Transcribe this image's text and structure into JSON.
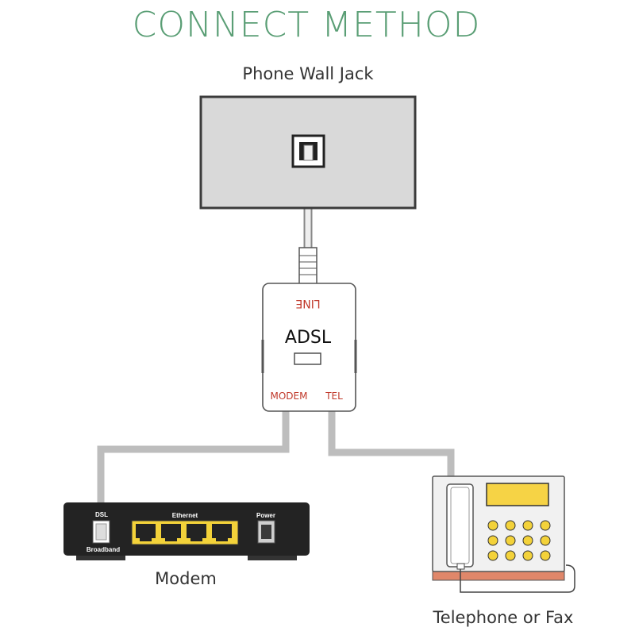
{
  "title": "CONNECT METHOD",
  "labels": {
    "wall_jack": "Phone Wall Jack",
    "modem": "Modem",
    "telephone": "Telephone or Fax"
  },
  "splitter": {
    "top_port": "LINE",
    "name": "ADSL",
    "left_port": "MODEM",
    "right_port": "TEL"
  },
  "modem_ports": {
    "dsl": "DSL",
    "broadband": "Broadband",
    "ethernet": "Ethernet",
    "power": "Power"
  },
  "colors": {
    "title": "#5a9e75",
    "port_label": "#c0392b",
    "cable": "#bdbdbd",
    "wall_plate": "#d9d9d9",
    "ethernet_port": "#f3d23a",
    "phone_screen": "#f6d345",
    "phone_base": "#e0876a",
    "modem_body": "#232323"
  }
}
